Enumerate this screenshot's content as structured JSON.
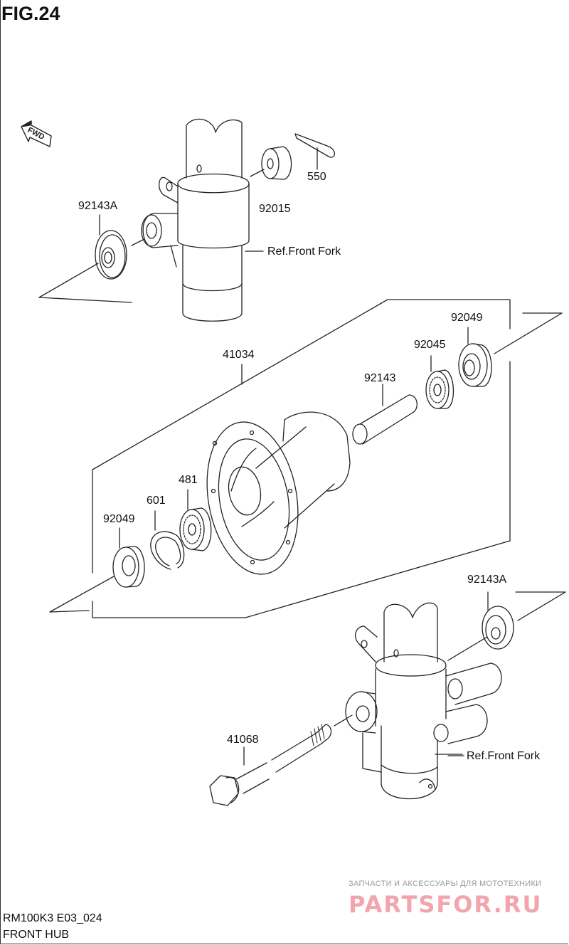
{
  "figure": {
    "title": "FIG.24",
    "model_code": "RM100K3 E03_024",
    "section_name": "FRONT HUB",
    "direction_marker": "FWD"
  },
  "parts": [
    {
      "id": "p-92143A-top",
      "number": "92143A"
    },
    {
      "id": "p-92015",
      "number": "92015"
    },
    {
      "id": "p-550",
      "number": "550"
    },
    {
      "id": "p-41034",
      "number": "41034"
    },
    {
      "id": "p-92143",
      "number": "92143"
    },
    {
      "id": "p-92045",
      "number": "92045"
    },
    {
      "id": "p-92049-right",
      "number": "92049"
    },
    {
      "id": "p-481",
      "number": "481"
    },
    {
      "id": "p-601",
      "number": "601"
    },
    {
      "id": "p-92049-left",
      "number": "92049"
    },
    {
      "id": "p-92143A-bottom",
      "number": "92143A"
    },
    {
      "id": "p-41068",
      "number": "41068"
    }
  ],
  "references": [
    {
      "id": "ref-top",
      "text": "Ref.Front Fork"
    },
    {
      "id": "ref-bottom",
      "text": "Ref.Front Fork"
    }
  ],
  "watermark": {
    "tagline": "ЗАПЧАСТИ И АКСЕССУАРЫ ДЛЯ МОТОТЕХНИКИ",
    "brand": "PARTSFOR.RU",
    "color": "#f2a5ac"
  },
  "colors": {
    "line": "#222222",
    "background": "#ffffff"
  }
}
